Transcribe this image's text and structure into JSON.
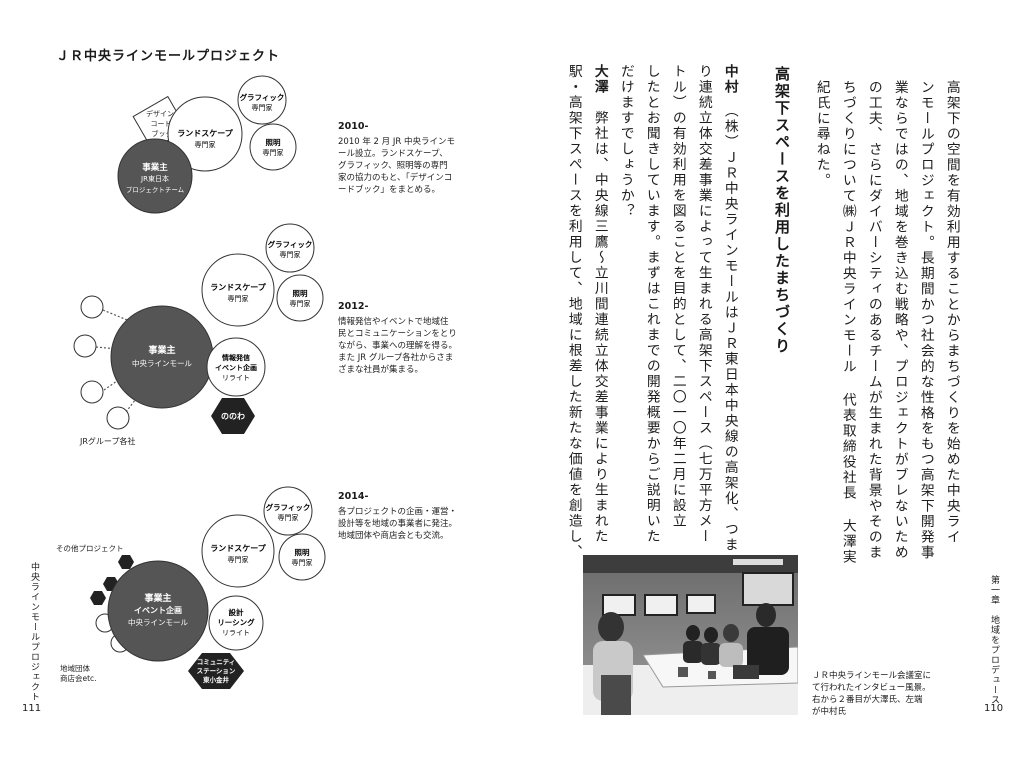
{
  "left_page": {
    "title": "ＪＲ中央ラインモールプロジェクト",
    "page_number": "111",
    "side_label": "中央ラインモールプロジェクト",
    "diagram1": {
      "center_lines": [
        "事業主",
        "JR東日本",
        "プロジェクトチーム"
      ],
      "landscape": [
        "ランドスケープ",
        "専門家"
      ],
      "graphic": [
        "グラフィック",
        "専門家"
      ],
      "lighting": [
        "照明",
        "専門家"
      ],
      "design_code_book": [
        "デザイン",
        "コード",
        "ブック"
      ],
      "note_year": "2010-",
      "note_text": "2010 年 2 月 JR 中央ラインモ\nール設立。ランドスケープ、\nグラフィック、照明等の専門\n家の協力のもと、「デザインコ\nードブック」をまとめる。"
    },
    "diagram2": {
      "center_lines": [
        "事業主",
        "中央ラインモール"
      ],
      "landscape": [
        "ランドスケープ",
        "専門家"
      ],
      "graphic": [
        "グラフィック",
        "専門家"
      ],
      "lighting": [
        "照明",
        "専門家"
      ],
      "pr_lines": [
        "情報発信",
        "イベント企画",
        "リライト"
      ],
      "nonowa": "ののわ",
      "jr_group_label": "JRグループ各社",
      "note_year": "2012-",
      "note_text": "情報発信やイベントで地域住\n民とコミュニケーションをとり\nながら、事業への理解を得る。\nまた JR グループ各社からさま\nざまな社員が集まる。"
    },
    "diagram3": {
      "center_lines": [
        "事業主",
        "イベント企画",
        "中央ラインモール"
      ],
      "landscape": [
        "ランドスケープ",
        "専門家"
      ],
      "graphic": [
        "グラフィック",
        "専門家"
      ],
      "lighting": [
        "照明",
        "専門家"
      ],
      "design_lines": [
        "設計",
        "リーシング",
        "リライト"
      ],
      "community_lines": [
        "コミュニティ",
        "ステーション",
        "東小金井"
      ],
      "other_projects_label": "その他プロジェクト",
      "local_groups_label": [
        "地域団体",
        "商店会etc."
      ],
      "note_year": "2014-",
      "note_text": "各プロジェクトの企画・運営・\n設計等を地域の事業者に発注。\n地域団体や商店会とも交流。"
    }
  },
  "right_page": {
    "page_number": "110",
    "side_label": "第一章　地域をプロデュース",
    "section_heading": "高架下スペースを利用したまちづくり",
    "intro_columns": [
      "高架下の空間を有効利用することからまちづくりを始めた中央ライ",
      "ンモールプロジェクト。長期間かつ社会的な性格をもつ高架下開発事",
      "業ならではの、地域を巻き込む戦略や、プロジェクトがブレないため",
      "の工夫、さらにダイバーシティのあるチームが生まれた背景やそのま",
      "ちづくりについて㈱ＪＲ中央ラインモール 代表取締役社長 大澤実",
      "紀氏に尋ねた。"
    ],
    "dialogue_columns": [
      {
        "speaker": "中村",
        "text": "（株）ＪＲ中央ラインモールはＪＲ東日本中央線の高架化、つま"
      },
      {
        "speaker": "",
        "text": "り連続立体交差事業によって生まれる高架下スペース（七万平方メー"
      },
      {
        "speaker": "",
        "text": "トル）の有効利用を図ることを目的として、二〇一〇年二月に設立"
      },
      {
        "speaker": "",
        "text": "したとお聞きしています。まずはこれまでの開発概要からご説明いた"
      },
      {
        "speaker": "",
        "text": "だけますでしょうか？"
      },
      {
        "speaker": "大澤",
        "text": "弊社は、中央線三鷹～立川間連続立体交差事業により生まれた"
      },
      {
        "speaker": "",
        "text": "駅・高架下スペースを利用して、地域に根差した新たな価値を創造し、"
      }
    ],
    "photo_caption": "ＪＲ中央ラインモール会議室に\nて行われたインタビュー風景。\n右から２番目が大澤氏、左端\nが中村氏"
  }
}
